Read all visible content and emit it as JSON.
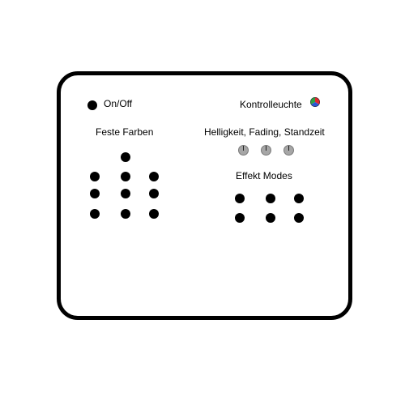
{
  "labels": {
    "on_off": "On/Off",
    "kontrollleuchte": "Kontrolleuchte",
    "feste_farben": "Feste Farben",
    "helligkeit": "Helligkeit, Fading, Standzeit",
    "effekt_modes": "Effekt Modes"
  },
  "colors": {
    "button": "#000000",
    "knob": "#a6a6a6",
    "indicator_red": "#e0262f",
    "indicator_green": "#2ea043",
    "indicator_blue": "#2a56d6"
  },
  "icons": {
    "indicator": "rgb-indicator-icon",
    "knob": "rotary-knob-icon"
  }
}
